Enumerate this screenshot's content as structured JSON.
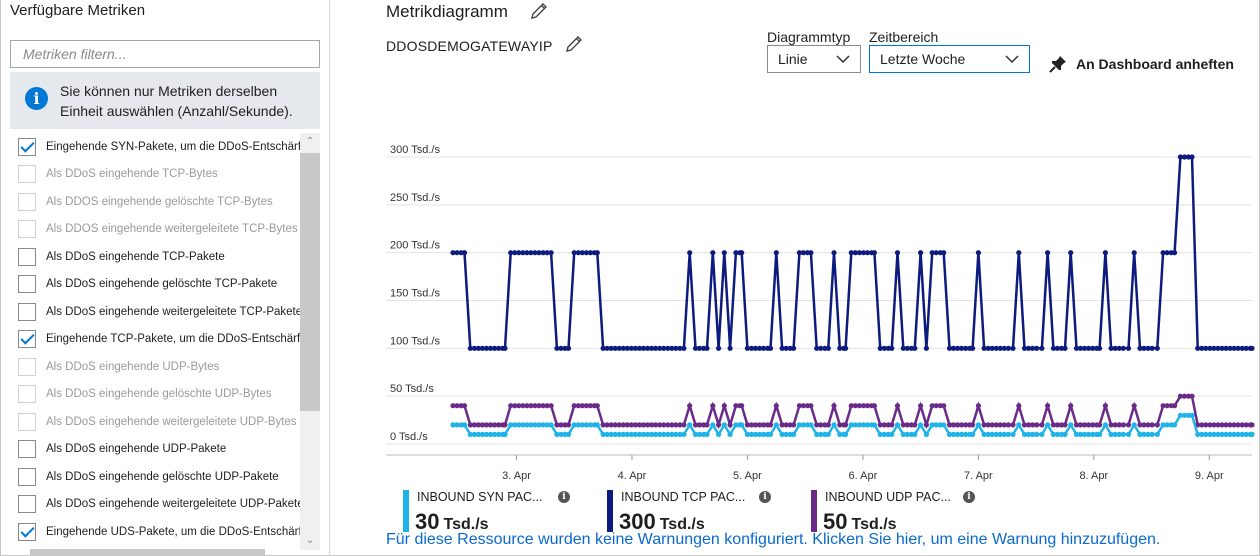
{
  "left": {
    "title": "Verfügbare Metriken",
    "filter_placeholder": "Metriken filtern...",
    "info_text": "Sie können nur Metriken derselben Einheit auswählen (Anzahl/Sekunde).",
    "metrics": [
      {
        "label": "Eingehende SYN-Pakete, um die DDoS-Entschärfung auszulösen",
        "checked": true,
        "disabled": false
      },
      {
        "label": "Als DDoS eingehende TCP-Bytes",
        "checked": false,
        "disabled": true
      },
      {
        "label": "Als DDOS eingehende gelöschte TCP-Bytes",
        "checked": false,
        "disabled": true
      },
      {
        "label": "Als DDOS eingehende weitergeleitete TCP-Bytes",
        "checked": false,
        "disabled": true
      },
      {
        "label": "Als DDoS eingehende TCP-Pakete",
        "checked": false,
        "disabled": false
      },
      {
        "label": "Als DDoS eingehende gelöschte TCP-Pakete",
        "checked": false,
        "disabled": false
      },
      {
        "label": "Als DDoS eingehende weitergeleitete TCP-Pakete",
        "checked": false,
        "disabled": false
      },
      {
        "label": "Eingehende TCP-Pakete, um die DDoS-Entschärfung auszulösen",
        "checked": true,
        "disabled": false
      },
      {
        "label": "Als DDoS eingehende UDP-Bytes",
        "checked": false,
        "disabled": true
      },
      {
        "label": "Als DDoS eingehende gelöschte UDP-Bytes",
        "checked": false,
        "disabled": true
      },
      {
        "label": "Als DDoS eingehende weitergeleitete UDP-Bytes",
        "checked": false,
        "disabled": true
      },
      {
        "label": "Als DDoS eingehende UDP-Pakete",
        "checked": false,
        "disabled": false
      },
      {
        "label": "Als DDoS eingehende gelöschte UDP-Pakete",
        "checked": false,
        "disabled": false
      },
      {
        "label": "Als DDoS eingehende weitergeleitete UDP-Pakete",
        "checked": false,
        "disabled": false
      },
      {
        "label": "Eingehende UDS-Pakete, um die DDoS-Entschärfung auszulösen",
        "checked": true,
        "disabled": false
      }
    ]
  },
  "right": {
    "title": "Metrikdiagramm",
    "resource": "DDOSDEMOGATEWAYIP",
    "chart_type_label": "Diagrammtyp",
    "chart_type_value": "Linie",
    "time_range_label": "Zeitbereich",
    "time_range_value": "Letzte Woche",
    "pin_label": "An Dashboard anheften",
    "warning_text": "Für diese Ressource wurden keine Warnungen konfiguriert. Klicken Sie hier, um eine Warnung hinzuzufügen."
  },
  "legend": [
    {
      "name": "INBOUND SYN PAC...",
      "value": "30",
      "unit": "Tsd./s",
      "color": "#1fb4e8"
    },
    {
      "name": "INBOUND TCP PAC...",
      "value": "300",
      "unit": "Tsd./s",
      "color": "#0d1b7e"
    },
    {
      "name": "INBOUND UDP PAC...",
      "value": "50",
      "unit": "Tsd./s",
      "color": "#6a2a8a"
    }
  ],
  "chart_data": {
    "type": "line",
    "ylim": [
      0,
      300
    ],
    "y_ticks": [
      {
        "v": 0,
        "label": "0 Tsd./s"
      },
      {
        "v": 50,
        "label": "50 Tsd./s"
      },
      {
        "v": 100,
        "label": "100 Tsd./s"
      },
      {
        "v": 150,
        "label": "150 Tsd./s"
      },
      {
        "v": 200,
        "label": "200 Tsd./s"
      },
      {
        "v": 250,
        "label": "250 Tsd./s"
      },
      {
        "v": 300,
        "label": "300 Tsd./s"
      }
    ],
    "x_ticks": [
      {
        "d": 3,
        "label": "3. Apr"
      },
      {
        "d": 4,
        "label": "4. Apr"
      },
      {
        "d": 5,
        "label": "5. Apr"
      },
      {
        "d": 6,
        "label": "6. Apr"
      },
      {
        "d": 7,
        "label": "7. Apr"
      },
      {
        "d": 8,
        "label": "8. Apr"
      },
      {
        "d": 9,
        "label": "9. Apr"
      }
    ],
    "xlim": [
      2.45,
      9.37
    ],
    "tcp_segments": [
      [
        2.45,
        200
      ],
      [
        2.55,
        200
      ],
      [
        2.6,
        100
      ],
      [
        2.9,
        100
      ],
      [
        2.95,
        200
      ],
      [
        3.3,
        200
      ],
      [
        3.35,
        100
      ],
      [
        3.45,
        100
      ],
      [
        3.5,
        200
      ],
      [
        3.7,
        200
      ],
      [
        3.75,
        100
      ],
      [
        4.45,
        100
      ],
      [
        4.5,
        200
      ],
      [
        4.55,
        100
      ],
      [
        4.65,
        100
      ],
      [
        4.7,
        200
      ],
      [
        4.75,
        100
      ],
      [
        4.8,
        200
      ],
      [
        4.85,
        100
      ],
      [
        4.9,
        200
      ],
      [
        4.95,
        200
      ],
      [
        5.0,
        100
      ],
      [
        5.2,
        100
      ],
      [
        5.25,
        200
      ],
      [
        5.3,
        100
      ],
      [
        5.4,
        100
      ],
      [
        5.45,
        200
      ],
      [
        5.55,
        200
      ],
      [
        5.6,
        100
      ],
      [
        5.7,
        100
      ],
      [
        5.75,
        200
      ],
      [
        5.8,
        100
      ],
      [
        5.85,
        100
      ],
      [
        5.9,
        200
      ],
      [
        6.1,
        200
      ],
      [
        6.15,
        100
      ],
      [
        6.25,
        100
      ],
      [
        6.3,
        200
      ],
      [
        6.35,
        100
      ],
      [
        6.45,
        100
      ],
      [
        6.5,
        200
      ],
      [
        6.55,
        100
      ],
      [
        6.6,
        200
      ],
      [
        6.7,
        200
      ],
      [
        6.75,
        100
      ],
      [
        6.95,
        100
      ],
      [
        7.0,
        200
      ],
      [
        7.05,
        100
      ],
      [
        7.3,
        100
      ],
      [
        7.35,
        200
      ],
      [
        7.4,
        100
      ],
      [
        7.55,
        100
      ],
      [
        7.6,
        200
      ],
      [
        7.65,
        100
      ],
      [
        7.75,
        100
      ],
      [
        7.8,
        200
      ],
      [
        7.85,
        100
      ],
      [
        8.05,
        100
      ],
      [
        8.1,
        200
      ],
      [
        8.15,
        100
      ],
      [
        8.3,
        100
      ],
      [
        8.35,
        200
      ],
      [
        8.4,
        100
      ],
      [
        8.55,
        100
      ],
      [
        8.6,
        200
      ],
      [
        8.7,
        200
      ],
      [
        8.75,
        300
      ],
      [
        8.85,
        300
      ],
      [
        8.9,
        100
      ],
      [
        9.37,
        100
      ]
    ],
    "udp_shift": "derived: 40 when tcp=200, 20 when tcp=100, 50 when tcp=300",
    "syn_shift": "derived: 20 when tcp=200, 10 when tcp=100, 30 when tcp=300"
  }
}
